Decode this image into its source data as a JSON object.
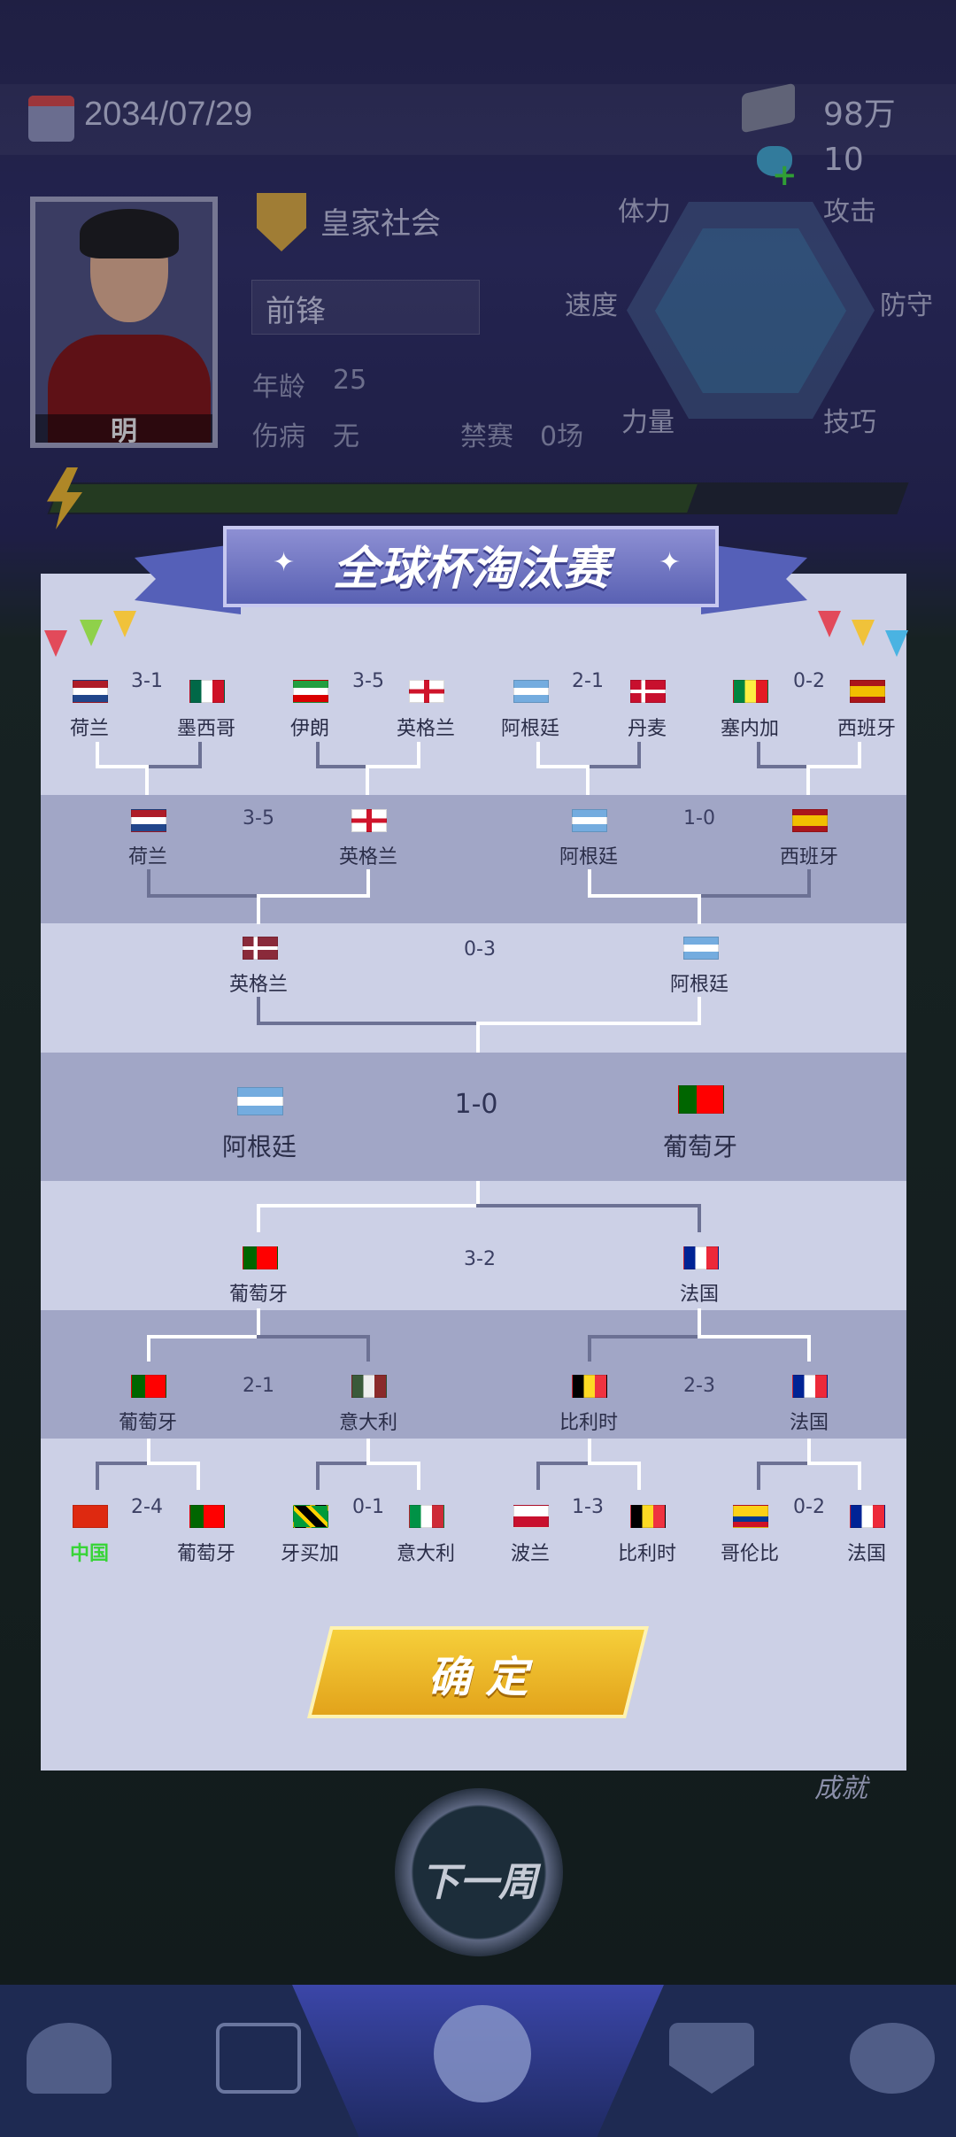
{
  "header": {
    "date": "2034/07/29",
    "money": "98万",
    "gems": "10"
  },
  "player": {
    "name": "明",
    "team": "皇家社会",
    "position": "前锋",
    "age_label": "年龄",
    "age": "25",
    "injury_label": "伤病",
    "injury": "无",
    "ban_label": "禁赛",
    "ban": "0场"
  },
  "stats": {
    "stamina": "体力",
    "attack": "攻击",
    "speed": "速度",
    "defense": "防守",
    "power": "力量",
    "skill": "技巧"
  },
  "modal": {
    "title": "全球杯淘汰赛",
    "confirm_label": "确 定",
    "r16_top": [
      {
        "home": "荷兰",
        "away": "墨西哥",
        "score": "3-1"
      },
      {
        "home": "伊朗",
        "away": "英格兰",
        "score": "3-5"
      },
      {
        "home": "阿根廷",
        "away": "丹麦",
        "score": "2-1"
      },
      {
        "home": "塞内加",
        "away": "西班牙",
        "score": "0-2"
      }
    ],
    "qf_top": [
      {
        "home": "荷兰",
        "away": "英格兰",
        "score": "3-5"
      },
      {
        "home": "阿根廷",
        "away": "西班牙",
        "score": "1-0"
      }
    ],
    "sf_top": {
      "home": "英格兰",
      "away": "阿根廷",
      "score": "0-3"
    },
    "final": {
      "home": "阿根廷",
      "away": "葡萄牙",
      "score": "1-0"
    },
    "sf_bottom": {
      "home": "葡萄牙",
      "away": "法国",
      "score": "3-2"
    },
    "qf_bottom": [
      {
        "home": "葡萄牙",
        "away": "意大利",
        "score": "2-1"
      },
      {
        "home": "比利时",
        "away": "法国",
        "score": "2-3"
      }
    ],
    "r16_bottom": [
      {
        "home": "中国",
        "away": "葡萄牙",
        "score": "2-4"
      },
      {
        "home": "牙买加",
        "away": "意大利",
        "score": "0-1"
      },
      {
        "home": "波兰",
        "away": "比利时",
        "score": "1-3"
      },
      {
        "home": "哥伦比",
        "away": "法国",
        "score": "0-2"
      }
    ]
  },
  "achievement_label": "成就",
  "next_week_label": "下一周",
  "colors": {
    "accent": "#e9b52a",
    "user_team": "#38d438",
    "band": "#a1a6c6",
    "panel": "#ccd0e6"
  }
}
